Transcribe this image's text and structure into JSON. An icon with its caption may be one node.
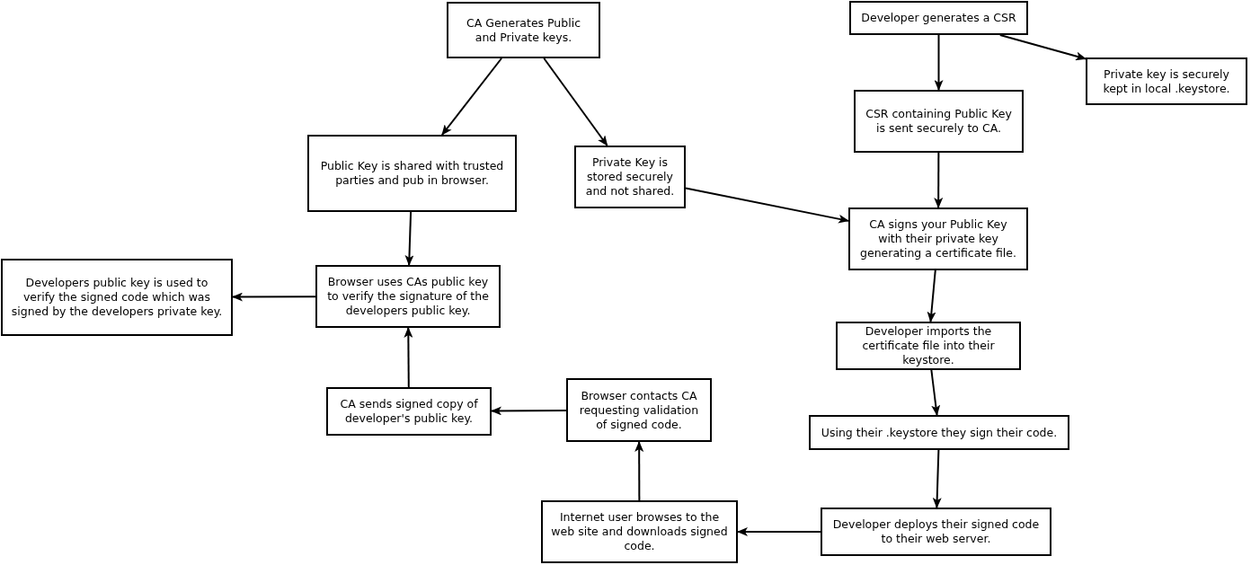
{
  "diagram": {
    "nodes": [
      {
        "text": [
          "CA Generates Public and Private keys."
        ]
      },
      {
        "text": [
          "Developer generates a CSR"
        ]
      },
      {
        "text": [
          "Private key is securely kept in local .keystore."
        ]
      },
      {
        "text": [
          "CSR containing Public Key is sent securely to CA."
        ]
      },
      {
        "text": [
          "Public Key is shared with trusted parties and pub in browser."
        ]
      },
      {
        "text": [
          "Private Key is stored securely and not shared."
        ]
      },
      {
        "text": [
          "CA signs your Public Key with their private key generating a certificate file."
        ]
      },
      {
        "text": [
          "Developers public key is used to verify the signed code which was signed by the developers private key."
        ]
      },
      {
        "text": [
          "Browser uses CAs public key to verify the signature of the developers public key."
        ]
      },
      {
        "text": [
          "Developer imports the certificate file into their keystore."
        ]
      },
      {
        "text": [
          "CA sends signed copy of developer's public key."
        ]
      },
      {
        "text": [
          "Browser contacts CA requesting validation of signed code."
        ]
      },
      {
        "text": [
          "Using their .keystore they sign their code."
        ]
      },
      {
        "text": [
          "Internet user browses to the web site and downloads signed code."
        ]
      },
      {
        "text": [
          "Developer deploys their signed code to their web server."
        ]
      }
    ],
    "edges": [
      {
        "from": 0,
        "to": 4,
        "arrow": "to"
      },
      {
        "from": 0,
        "to": 5,
        "arrow": "to"
      },
      {
        "from": 1,
        "to": 3,
        "arrow": "to"
      },
      {
        "from": 1,
        "to": 2,
        "arrow": "to"
      },
      {
        "from": 3,
        "to": 6,
        "arrow": "to"
      },
      {
        "from": 5,
        "to": 6,
        "arrow": "to"
      },
      {
        "from": 4,
        "to": 8,
        "arrow": "to"
      },
      {
        "from": 8,
        "to": 7,
        "arrow": "to"
      },
      {
        "from": 6,
        "to": 9,
        "arrow": "to"
      },
      {
        "from": 9,
        "to": 12,
        "arrow": "to"
      },
      {
        "from": 12,
        "to": 14,
        "arrow": "to"
      },
      {
        "from": 14,
        "to": 13,
        "arrow": "to"
      },
      {
        "from": 13,
        "to": 11,
        "arrow": "to"
      },
      {
        "from": 11,
        "to": 10,
        "arrow": "to"
      },
      {
        "from": 10,
        "to": 8,
        "arrow": "to"
      }
    ]
  }
}
